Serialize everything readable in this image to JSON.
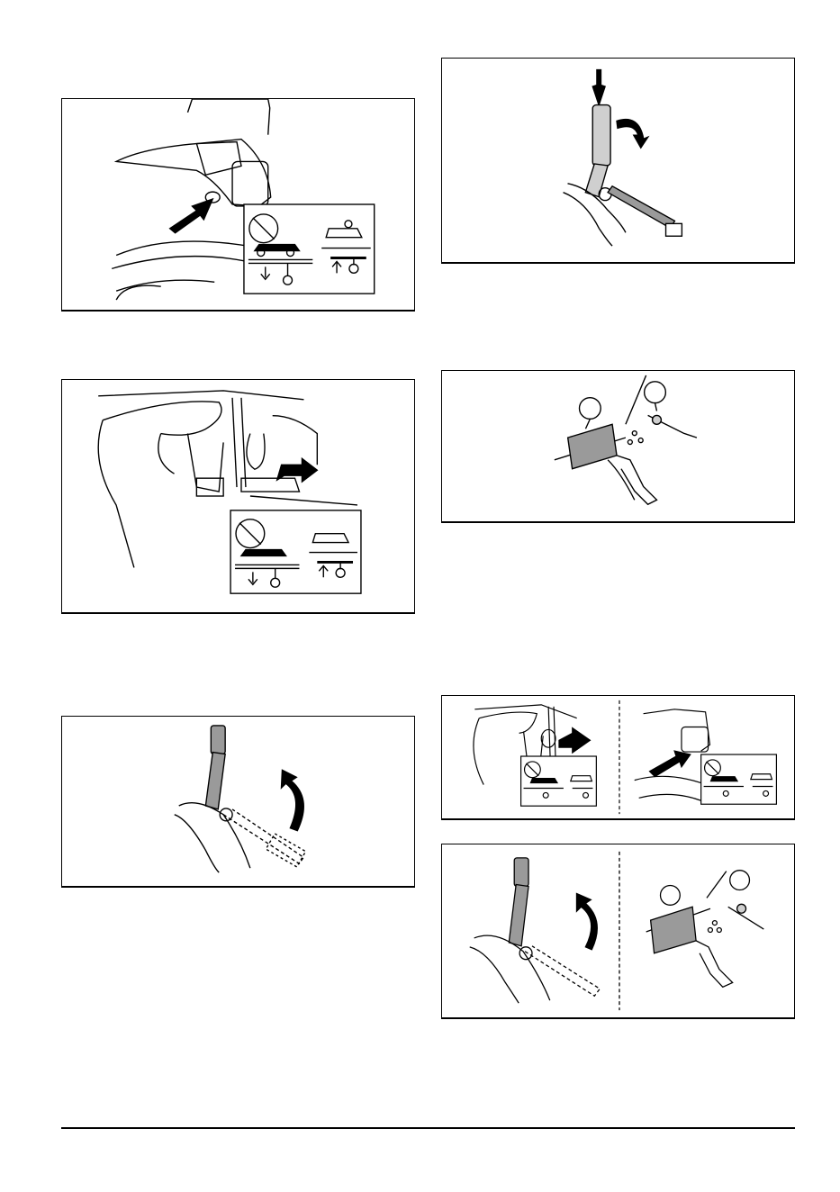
{
  "figures": [
    {
      "id": "fig-1",
      "description": "lever-hook-pin-right-side"
    },
    {
      "id": "fig-2",
      "description": "lever-pin-left-side"
    },
    {
      "id": "fig-3",
      "description": "handle-raise"
    },
    {
      "id": "fig-4",
      "description": "handle-press-rotate"
    },
    {
      "id": "fig-5",
      "description": "pedal-with-callouts"
    },
    {
      "id": "fig-6",
      "description": "combined-pin-steps"
    },
    {
      "id": "fig-7",
      "description": "combined-handle-pedal"
    }
  ],
  "callouts": {
    "fig5": [
      "",
      ""
    ],
    "fig7": [
      "",
      ""
    ]
  },
  "colors": {
    "line": "#000000",
    "shade": "#9a9a9a",
    "light": "#cfcfcf"
  }
}
